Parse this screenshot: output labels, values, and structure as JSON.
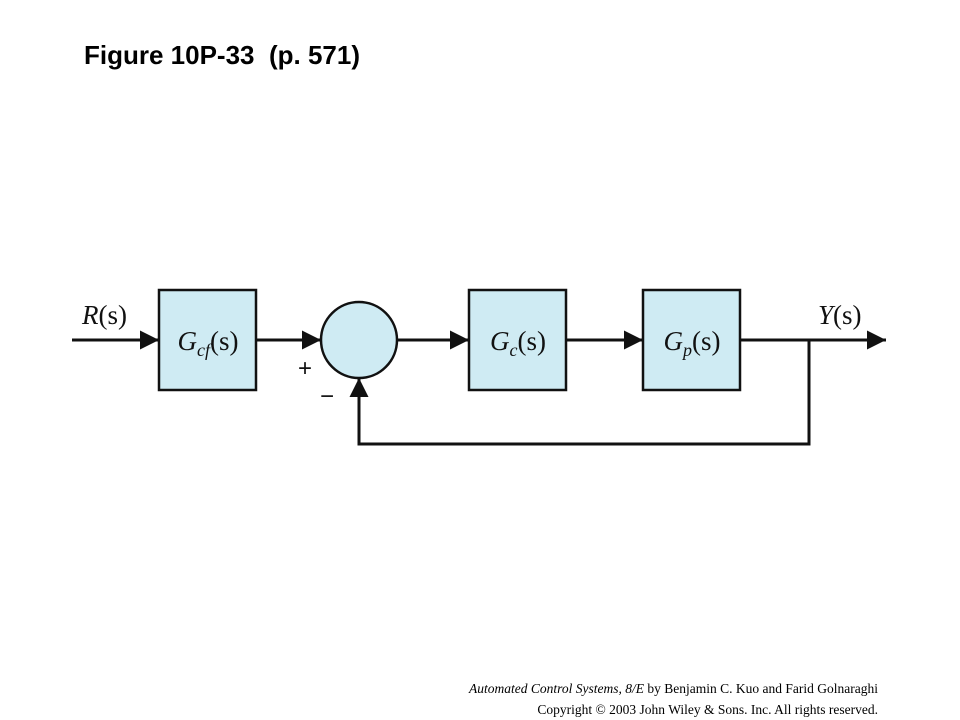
{
  "title": "Figure 10P-33  (p. 571)",
  "colors": {
    "block_fill": "#cfebf3",
    "line": "#111111"
  },
  "diagram": {
    "input": {
      "sym": "R",
      "arg": "(s)"
    },
    "output": {
      "sym": "Y",
      "arg": "(s)"
    },
    "blocks": [
      {
        "main": "G",
        "sub": "cf",
        "arg": "(s)"
      },
      {
        "main": "G",
        "sub": "c",
        "arg": "(s)"
      },
      {
        "main": "G",
        "sub": "p",
        "arg": "(s)"
      }
    ],
    "summing": {
      "plus": "+",
      "minus": "−"
    }
  },
  "footer": {
    "book_title": "Automated Control Systems, 8/E",
    "byline": " by Benjamin C. Kuo and Farid Golnaraghi",
    "copyright": "Copyright © 2003 John Wiley & Sons. Inc. All rights reserved."
  }
}
